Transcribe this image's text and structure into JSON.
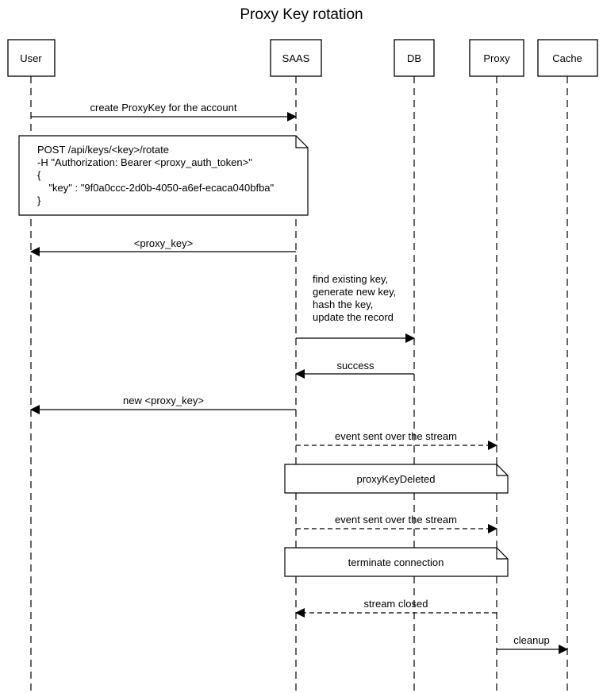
{
  "title": "Proxy Key rotation",
  "participants": [
    {
      "id": "user",
      "label": "User"
    },
    {
      "id": "saas",
      "label": "SAAS"
    },
    {
      "id": "db",
      "label": "DB"
    },
    {
      "id": "proxy",
      "label": "Proxy"
    },
    {
      "id": "cache",
      "label": "Cache"
    }
  ],
  "messages": [
    {
      "from": "user",
      "to": "saas",
      "label": "create ProxyKey for the account",
      "style": "solid"
    },
    {
      "from": "saas",
      "to": "user",
      "label": "<proxy_key>",
      "style": "solid"
    },
    {
      "from": "saas",
      "to": "db",
      "label_lines": [
        "find existing key,",
        "generate new key,",
        "hash the key,",
        "update the record"
      ],
      "style": "solid"
    },
    {
      "from": "db",
      "to": "saas",
      "label": "success",
      "style": "solid"
    },
    {
      "from": "saas",
      "to": "user",
      "label": "new <proxy_key>",
      "style": "solid"
    },
    {
      "from": "saas",
      "to": "proxy",
      "label": "event sent over the stream",
      "style": "dashed"
    },
    {
      "from": "saas",
      "to": "proxy",
      "label": "event sent over the stream",
      "style": "dashed"
    },
    {
      "from": "proxy",
      "to": "saas",
      "label": "stream closed",
      "style": "dashed"
    },
    {
      "from": "proxy",
      "to": "cache",
      "label": "cleanup",
      "style": "solid"
    }
  ],
  "notes": [
    {
      "lines": [
        "POST /api/keys/<key>/rotate",
        "-H \"Authorization: Bearer <proxy_auth_token>\"",
        "{",
        "    \"key\" : \"9f0a0ccc-2d0b-4050-a6ef-ecaca040bfba\"",
        "}"
      ]
    },
    {
      "text": "proxyKeyDeleted"
    },
    {
      "text": "terminate connection"
    }
  ]
}
